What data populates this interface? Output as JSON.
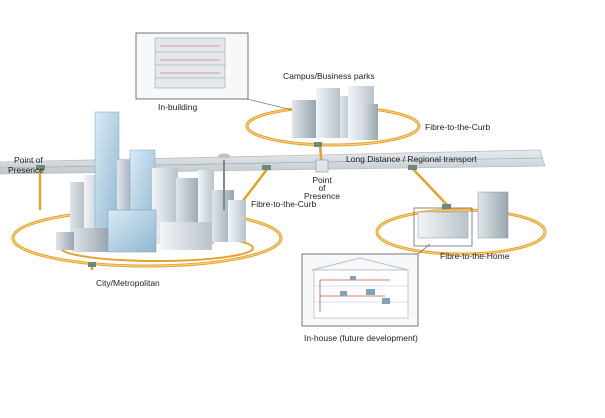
{
  "labels": {
    "in_building": "In-building",
    "campus": "Campus/Business parks",
    "fttc_right": "Fibre-to-the-Curb",
    "pop_left_line1": "Point of",
    "pop_left_line2": "Presence",
    "long_distance": "Long Distance / Regional transport",
    "pop_center_line1": "Point",
    "pop_center_line2": "of",
    "pop_center_line3": "Presence",
    "fttc_center": "Fibre-to-the-Curb",
    "ftth": "Fibre-to-the-Home",
    "city": "City/Metropolitan",
    "in_house": "In-house (future development)"
  },
  "colors": {
    "fibre_ring": "#e7a12a",
    "fibre_ring_inner": "#f4c35a",
    "backbone": "#d3d9de",
    "backbone_edge": "#b7bfc6",
    "building_light": "#e9eef2",
    "building_mid": "#c6cfd6",
    "building_dark": "#9aa5ae",
    "glass_blue": "#b9d7ea",
    "node_green": "#6b8a7a",
    "inset_border": "#555555",
    "red_line": "#d54b4b"
  }
}
